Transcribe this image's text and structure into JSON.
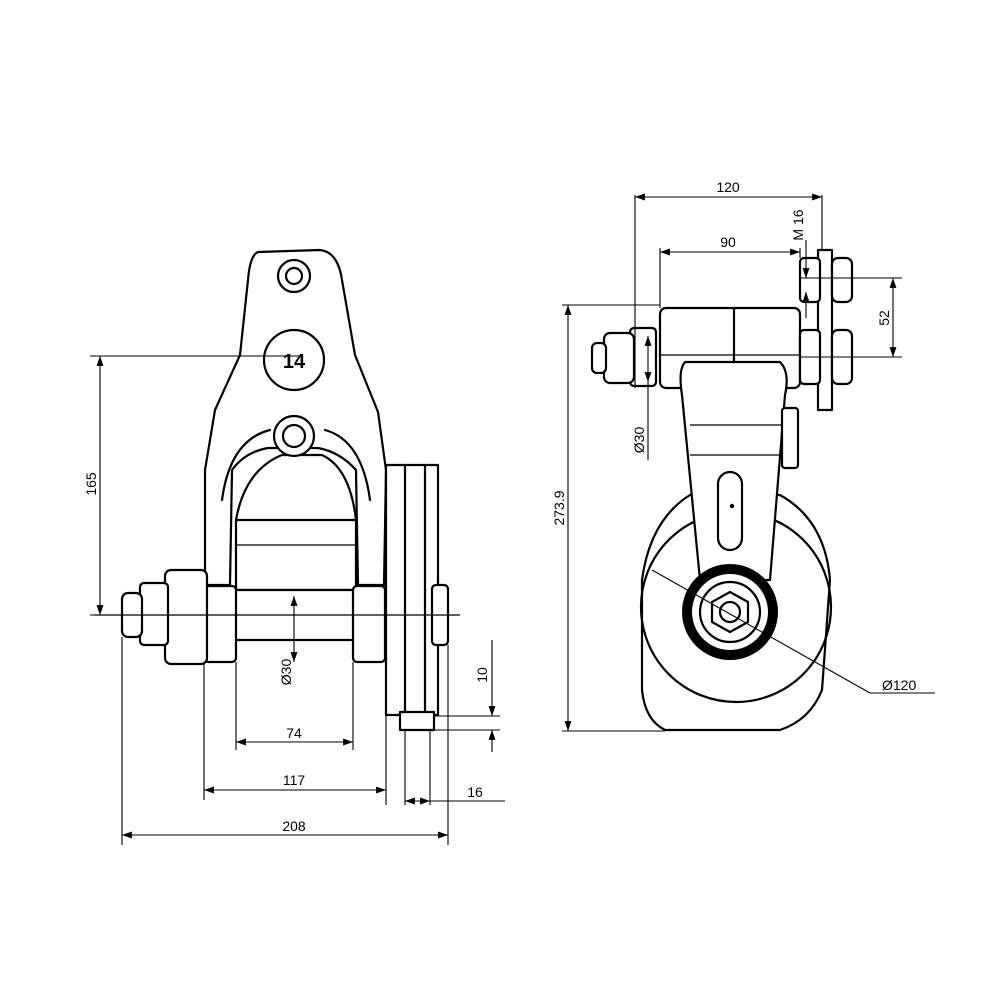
{
  "part_number": "14",
  "dimensions": {
    "front_height": "165",
    "pin_dia_front": "Ø30",
    "inner_width": "74",
    "outer_width": "117",
    "total_width": "208",
    "plate_gap": "10",
    "plate_thickness": "16",
    "side_width": "120",
    "bolt_spacing": "90",
    "bolt_thread": "M 16",
    "bolt_pitch": "52",
    "total_height": "273.9",
    "pin_dia_side": "Ø30",
    "roller_dia": "Ø120"
  }
}
